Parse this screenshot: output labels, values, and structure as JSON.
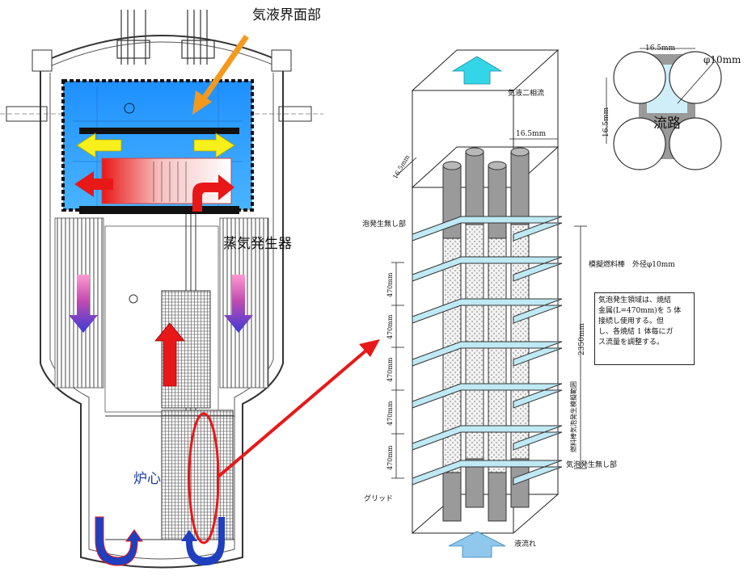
{
  "labels": {
    "gas_liquid_interface": "気液界面部",
    "steam_generator": "蒸気発生器",
    "core": "炉心",
    "two_phase_flow": "気液二相流",
    "liquid_flow": "液流れ",
    "no_bubble_top": "泡発生無し部",
    "no_bubble_bottom": "気泡発生無し部",
    "grid": "グリッド",
    "simulated_rod": "模擬燃料棒　外径φ10mm",
    "bubble_region_vertical": "燃料棒気泡発生模擬範囲",
    "pitch_top": "16.5mm",
    "pitch_side": "16.5mm",
    "total_height": "2350mm",
    "segment_height": "470mm",
    "cross_pitch_top": "16.5mm",
    "cross_pitch_side": "16.5mm",
    "cross_diameter": "φ10mm",
    "flow_path": "流路"
  },
  "note": {
    "lines": [
      "気泡発生領域は、焼結",
      "金属(L=470mm)を 5 体",
      "接続し使用する。但",
      "し、各焼結 1 体毎にガ",
      "ス流量を調整する。"
    ]
  },
  "colors": {
    "interface_blue": "#1e90ff",
    "cyan_arrow": "#33d6e6",
    "light_blue_arrow": "#8fc8ec",
    "red": "#e81818",
    "orange": "#f39a1e",
    "yellow": "#f8f01a",
    "rod_gray": "#9a9a9a",
    "grid_blue": "#bfe9f4",
    "navy": "#1f3fbf"
  }
}
